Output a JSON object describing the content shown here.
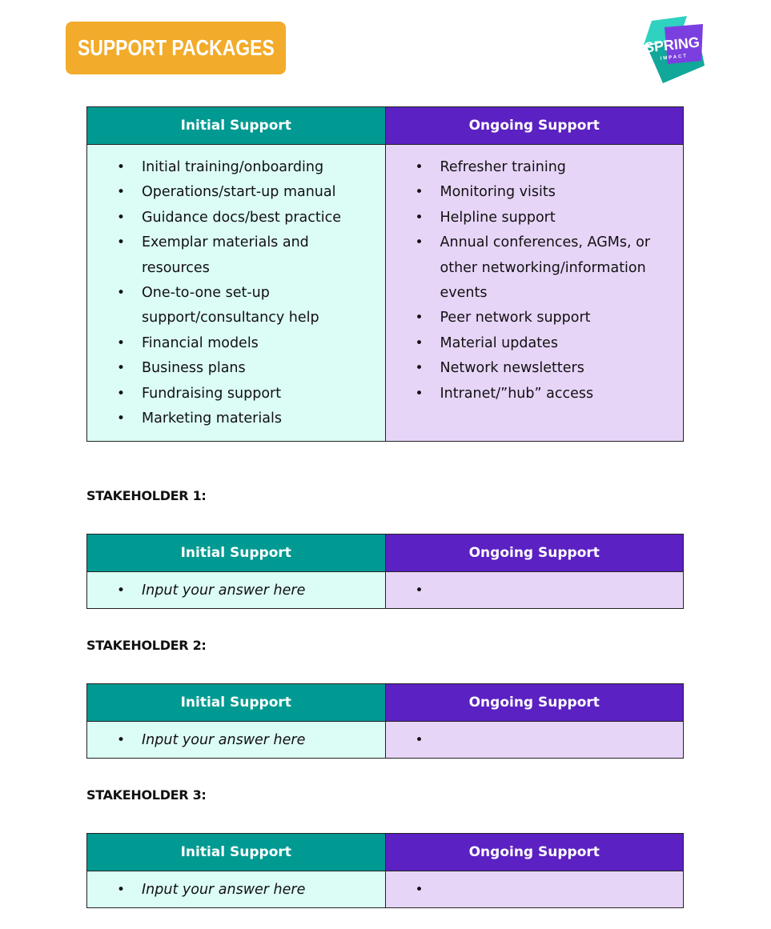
{
  "header": {
    "title": "SUPPORT PACKAGES",
    "logo_text_top": "SPRING",
    "logo_text_bottom": "IMPACT"
  },
  "main_table": {
    "initial_header": "Initial Support",
    "ongoing_header": "Ongoing Support",
    "initial_items": [
      "Initial training/onboarding",
      "Operations/start-up manual",
      "Guidance docs/best practice",
      "Exemplar materials and resources",
      "One-to-one set-up support/consultancy help",
      "Financial models",
      "Business plans",
      "Fundraising support",
      "Marketing materials"
    ],
    "ongoing_items": [
      "Refresher training",
      "Monitoring visits",
      "Helpline support",
      "Annual conferences, AGMs, or other networking/information events",
      "Peer network support",
      "Material updates",
      "Network newsletters",
      "Intranet/”hub” access"
    ]
  },
  "stakeholders": [
    {
      "label": "STAKEHOLDER 1:",
      "initial_header": "Initial Support",
      "ongoing_header": "Ongoing Support",
      "initial_placeholder": "Input your answer here",
      "ongoing_value": ""
    },
    {
      "label": "STAKEHOLDER 2:",
      "initial_header": "Initial Support",
      "ongoing_header": "Ongoing Support",
      "initial_placeholder": "Input your answer here",
      "ongoing_value": ""
    },
    {
      "label": "STAKEHOLDER 3:",
      "initial_header": "Initial Support",
      "ongoing_header": "Ongoing Support",
      "initial_placeholder": "Input your answer here",
      "ongoing_value": ""
    }
  ],
  "colors": {
    "title_badge": "#f2ab2a",
    "initial_header": "#019a92",
    "ongoing_header": "#5b21c2",
    "initial_cell": "#dcfcf6",
    "ongoing_cell": "#e7d5f8"
  }
}
